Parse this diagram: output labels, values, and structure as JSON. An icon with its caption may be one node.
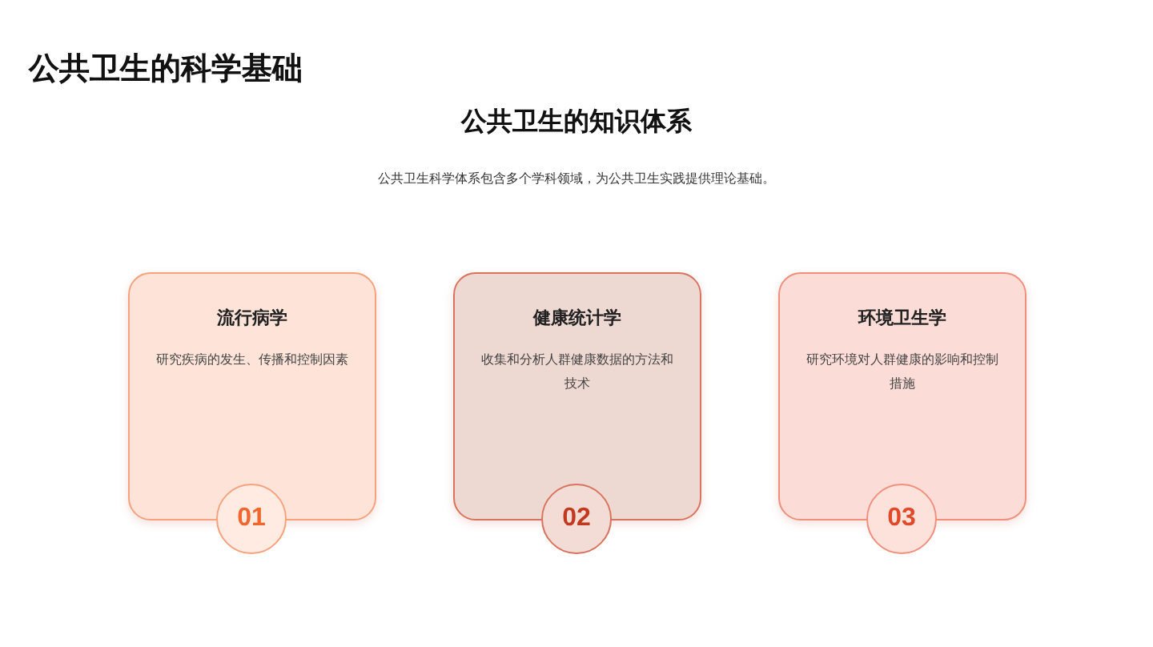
{
  "diagram": {
    "title": "公共卫生的科学基础",
    "nodes": [
      {
        "text": [
          "流行病学",
          "研究疾病的发生、传播和控制因素"
        ]
      },
      {
        "text": [
          "健康统计学",
          "收集和分析人群健康数据的方法和技术"
        ]
      },
      {
        "text": [
          "环境卫生学",
          "研究环境对人群健康的影响和控制措施"
        ]
      },
      {
        "text": [
          "01"
        ]
      },
      {
        "text": [
          "02"
        ]
      },
      {
        "text": [
          "03"
        ]
      }
    ],
    "labels": [
      "公共卫生的知识体系",
      "公共卫生科学体系包含多个学科领域，为公共卫生实践提供理论基础。"
    ]
  }
}
